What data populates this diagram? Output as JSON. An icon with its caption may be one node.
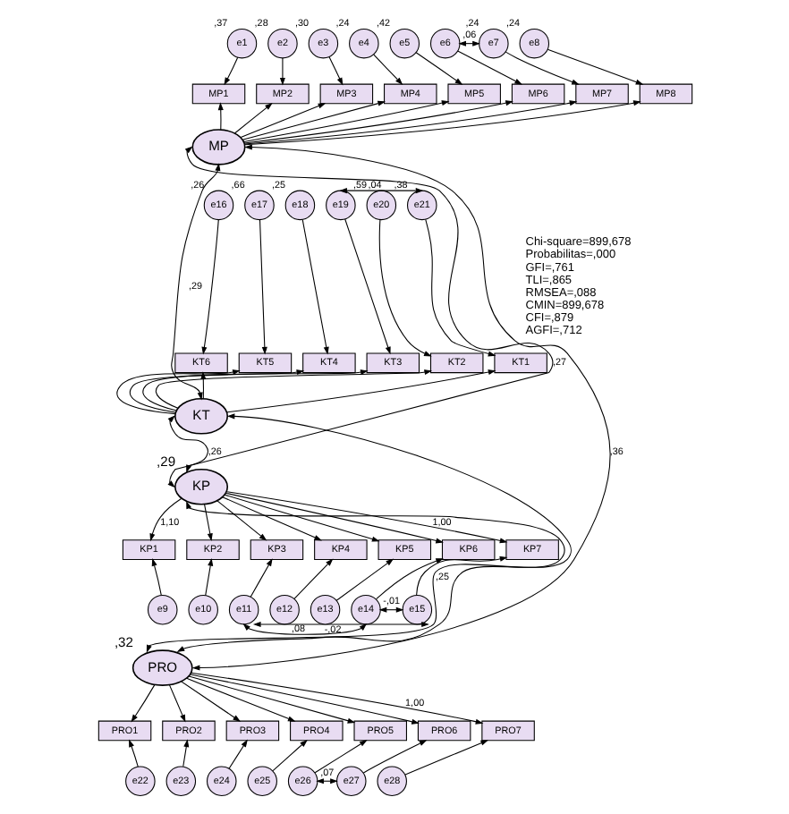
{
  "diagram": {
    "nodes": [
      {
        "text": [
          "MP"
        ]
      },
      {
        "text": [
          "MP1"
        ]
      },
      {
        "text": [
          "MP2"
        ]
      },
      {
        "text": [
          "MP3"
        ]
      },
      {
        "text": [
          "MP4"
        ]
      },
      {
        "text": [
          "MP5"
        ]
      },
      {
        "text": [
          "MP6"
        ]
      },
      {
        "text": [
          "MP7"
        ]
      },
      {
        "text": [
          "MP8"
        ]
      },
      {
        "text": [
          "e1"
        ],
        "beside": [
          ",37"
        ]
      },
      {
        "text": [
          "e2"
        ],
        "beside": [
          ",28"
        ]
      },
      {
        "text": [
          "e3"
        ],
        "beside": [
          ",30"
        ]
      },
      {
        "text": [
          "e4"
        ],
        "beside": [
          ",24"
        ]
      },
      {
        "text": [
          "e5"
        ],
        "beside": [
          ",42"
        ]
      },
      {
        "text": [
          "e6"
        ]
      },
      {
        "text": [
          "e7"
        ],
        "beside": [
          ",24"
        ]
      },
      {
        "text": [
          "e8"
        ],
        "beside": [
          ",24"
        ]
      },
      {
        "text": [
          "KT"
        ]
      },
      {
        "text": [
          "KT6"
        ]
      },
      {
        "text": [
          "KT5"
        ]
      },
      {
        "text": [
          "KT4"
        ]
      },
      {
        "text": [
          "KT3"
        ]
      },
      {
        "text": [
          "KT2"
        ]
      },
      {
        "text": [
          "KT1"
        ]
      },
      {
        "text": [
          "e16"
        ],
        "beside": [
          ",26"
        ]
      },
      {
        "text": [
          "e17"
        ],
        "beside": [
          ",66"
        ]
      },
      {
        "text": [
          "e18"
        ],
        "beside": [
          ",25"
        ]
      },
      {
        "text": [
          "e19"
        ]
      },
      {
        "text": [
          "e20"
        ],
        "beside": [
          ",59"
        ]
      },
      {
        "text": [
          "e21"
        ],
        "beside": [
          ",38"
        ]
      },
      {
        "text": [
          "KP"
        ],
        "beside": [
          ",29"
        ]
      },
      {
        "text": [
          "KP1"
        ]
      },
      {
        "text": [
          "KP2"
        ]
      },
      {
        "text": [
          "KP3"
        ]
      },
      {
        "text": [
          "KP4"
        ]
      },
      {
        "text": [
          "KP5"
        ]
      },
      {
        "text": [
          "KP6"
        ]
      },
      {
        "text": [
          "KP7"
        ]
      },
      {
        "text": [
          "e9"
        ]
      },
      {
        "text": [
          "e10"
        ]
      },
      {
        "text": [
          "e11"
        ]
      },
      {
        "text": [
          "e12"
        ]
      },
      {
        "text": [
          "e13"
        ]
      },
      {
        "text": [
          "e14"
        ]
      },
      {
        "text": [
          "e15"
        ]
      },
      {
        "text": [
          "PRO"
        ],
        "beside": [
          ",32"
        ]
      },
      {
        "text": [
          "PRO1"
        ]
      },
      {
        "text": [
          "PRO2"
        ]
      },
      {
        "text": [
          "PRO3"
        ]
      },
      {
        "text": [
          "PRO4"
        ]
      },
      {
        "text": [
          "PRO5"
        ]
      },
      {
        "text": [
          "PRO6"
        ]
      },
      {
        "text": [
          "PRO7"
        ]
      },
      {
        "text": [
          "e22"
        ]
      },
      {
        "text": [
          "e23"
        ]
      },
      {
        "text": [
          "e24"
        ]
      },
      {
        "text": [
          "e25"
        ]
      },
      {
        "text": [
          "e26"
        ]
      },
      {
        "text": [
          "e27"
        ]
      },
      {
        "text": [
          "e28"
        ]
      }
    ],
    "edges": [
      {
        "from": 0,
        "to": 1,
        "arrow": "to"
      },
      {
        "from": 0,
        "to": 2,
        "arrow": "to"
      },
      {
        "from": 0,
        "to": 3,
        "arrow": "to"
      },
      {
        "from": 0,
        "to": 4,
        "arrow": "to"
      },
      {
        "from": 0,
        "to": 5,
        "arrow": "to"
      },
      {
        "from": 0,
        "to": 6,
        "arrow": "to"
      },
      {
        "from": 0,
        "to": 7,
        "arrow": "to"
      },
      {
        "from": 0,
        "to": 8,
        "arrow": "to"
      },
      {
        "from": 9,
        "to": 1,
        "arrow": "to"
      },
      {
        "from": 10,
        "to": 2,
        "arrow": "to"
      },
      {
        "from": 11,
        "to": 3,
        "arrow": "to"
      },
      {
        "from": 12,
        "to": 4,
        "arrow": "to"
      },
      {
        "from": 13,
        "to": 5,
        "arrow": "to"
      },
      {
        "from": 14,
        "to": 6,
        "arrow": "to"
      },
      {
        "from": 15,
        "to": 7,
        "arrow": "to"
      },
      {
        "from": 16,
        "to": 8,
        "arrow": "to"
      },
      {
        "from": 14,
        "to": 15,
        "arrow": "both",
        "label": ",06"
      },
      {
        "from": 17,
        "to": 18,
        "arrow": "to"
      },
      {
        "from": 17,
        "to": 19,
        "arrow": "to"
      },
      {
        "from": 17,
        "to": 20,
        "arrow": "to"
      },
      {
        "from": 17,
        "to": 21,
        "arrow": "to"
      },
      {
        "from": 17,
        "to": 22,
        "arrow": "to"
      },
      {
        "from": 17,
        "to": 23,
        "arrow": "to"
      },
      {
        "from": 24,
        "to": 18,
        "arrow": "to"
      },
      {
        "from": 25,
        "to": 19,
        "arrow": "to"
      },
      {
        "from": 26,
        "to": 20,
        "arrow": "to"
      },
      {
        "from": 27,
        "to": 21,
        "arrow": "to"
      },
      {
        "from": 28,
        "to": 22,
        "arrow": "to"
      },
      {
        "from": 29,
        "to": 23,
        "arrow": "to"
      },
      {
        "from": 27,
        "to": 29,
        "arrow": "both",
        "label": ",04"
      },
      {
        "from": 30,
        "to": 31,
        "arrow": "to",
        "label": "1,10"
      },
      {
        "from": 30,
        "to": 32,
        "arrow": "to"
      },
      {
        "from": 30,
        "to": 33,
        "arrow": "to"
      },
      {
        "from": 30,
        "to": 34,
        "arrow": "to"
      },
      {
        "from": 30,
        "to": 35,
        "arrow": "to"
      },
      {
        "from": 30,
        "to": 36,
        "arrow": "to"
      },
      {
        "from": 30,
        "to": 37,
        "arrow": "to",
        "label": "1,00"
      },
      {
        "from": 38,
        "to": 31,
        "arrow": "to"
      },
      {
        "from": 39,
        "to": 32,
        "arrow": "to"
      },
      {
        "from": 40,
        "to": 33,
        "arrow": "to"
      },
      {
        "from": 41,
        "to": 34,
        "arrow": "to"
      },
      {
        "from": 42,
        "to": 35,
        "arrow": "to"
      },
      {
        "from": 43,
        "to": 36,
        "arrow": "to"
      },
      {
        "from": 44,
        "to": 37,
        "arrow": "to"
      },
      {
        "from": 40,
        "to": 43,
        "arrow": "both",
        "label": ",08"
      },
      {
        "from": 40,
        "to": 44,
        "arrow": "both",
        "label": "-,02"
      },
      {
        "from": 43,
        "to": 44,
        "arrow": "both",
        "label": "-,01"
      },
      {
        "from": 45,
        "to": 46,
        "arrow": "to"
      },
      {
        "from": 45,
        "to": 47,
        "arrow": "to"
      },
      {
        "from": 45,
        "to": 48,
        "arrow": "to"
      },
      {
        "from": 45,
        "to": 49,
        "arrow": "to"
      },
      {
        "from": 45,
        "to": 50,
        "arrow": "to"
      },
      {
        "from": 45,
        "to": 51,
        "arrow": "to"
      },
      {
        "from": 45,
        "to": 52,
        "arrow": "to",
        "label": "1,00"
      },
      {
        "from": 53,
        "to": 46,
        "arrow": "to"
      },
      {
        "from": 54,
        "to": 47,
        "arrow": "to"
      },
      {
        "from": 55,
        "to": 48,
        "arrow": "to"
      },
      {
        "from": 56,
        "to": 49,
        "arrow": "to"
      },
      {
        "from": 57,
        "to": 50,
        "arrow": "to"
      },
      {
        "from": 58,
        "to": 51,
        "arrow": "to"
      },
      {
        "from": 59,
        "to": 52,
        "arrow": "to"
      },
      {
        "from": 57,
        "to": 58,
        "arrow": "both",
        "label": ",07"
      },
      {
        "from": 0,
        "to": 17,
        "arrow": "both",
        "label": ",29"
      },
      {
        "from": 0,
        "to": 30,
        "arrow": "both",
        "label": ",27"
      },
      {
        "from": 0,
        "to": 45,
        "arrow": "both",
        "label": ",36"
      },
      {
        "from": 17,
        "to": 30,
        "arrow": "both",
        "label": ",26"
      },
      {
        "from": 17,
        "to": 45,
        "arrow": "both"
      },
      {
        "from": 30,
        "to": 45,
        "arrow": "both",
        "label": ",25"
      }
    ],
    "labels": [
      "Chi-square=899,678",
      "Probabilitas=,000",
      "GFI=,761",
      "TLI=,865",
      "RMSEA=,088",
      "CMIN=899,678",
      "CFI=,879",
      "AGFI=,712"
    ]
  }
}
